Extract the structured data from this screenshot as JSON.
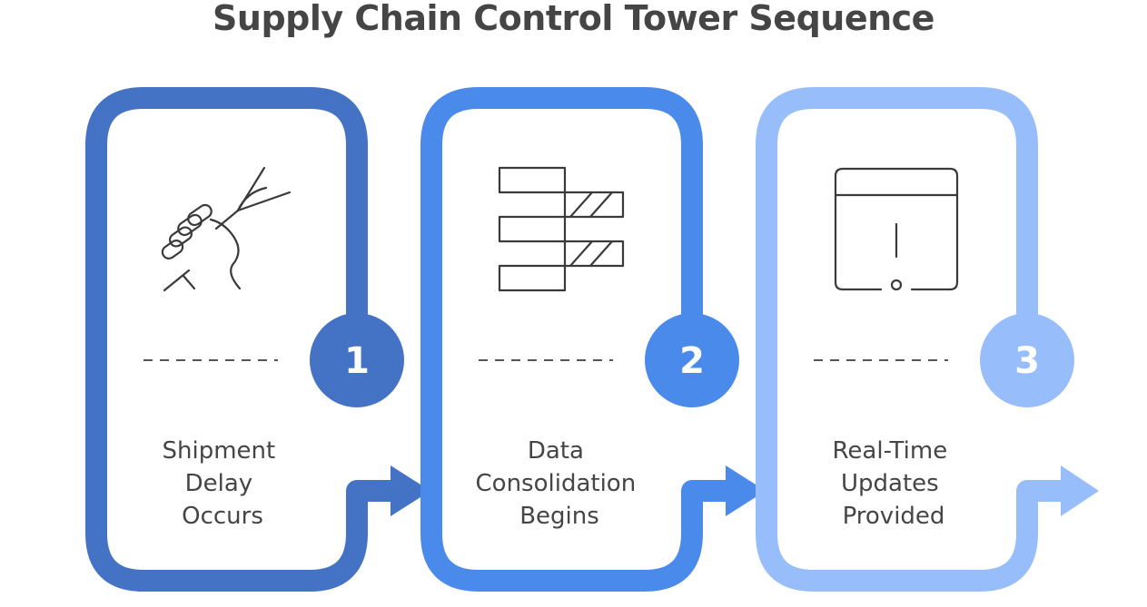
{
  "title": "Supply Chain Control Tower Sequence",
  "steps": [
    {
      "number": "1",
      "lines": [
        "Shipment",
        "Delay",
        "Occurs"
      ],
      "icon": "hand-holding-fork-icon",
      "color": "#4472C4"
    },
    {
      "number": "2",
      "lines": [
        "Data",
        "Consolidation",
        "Begins"
      ],
      "icon": "stacked-blocks-icon",
      "color": "#4A8AEB"
    },
    {
      "number": "3",
      "lines": [
        "Real-Time",
        "Updates",
        "Provided"
      ],
      "icon": "browser-alert-icon",
      "color": "#97BEFA"
    }
  ]
}
